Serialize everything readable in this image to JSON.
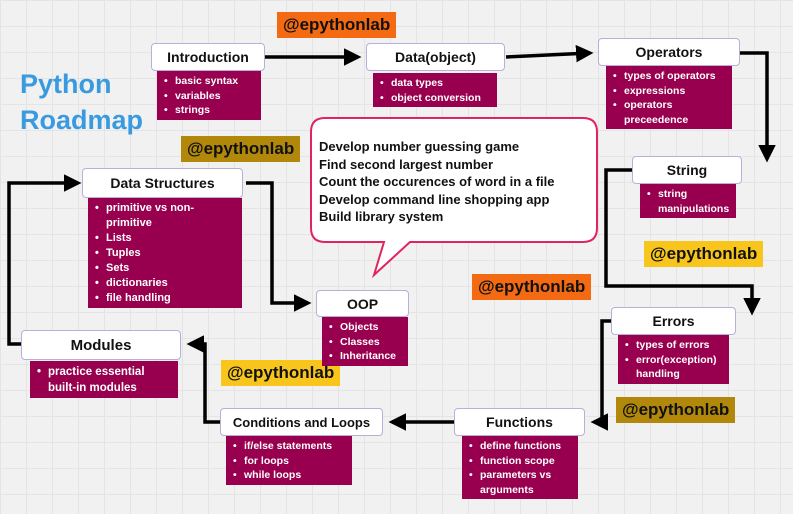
{
  "title": {
    "line1": "Python",
    "line2": "Roadmap"
  },
  "watermark": {
    "text": "@epythonlab",
    "colors": {
      "orange": "#f46a12",
      "gold": "#b2880b",
      "yellow": "#f7c51b"
    }
  },
  "colors": {
    "list_bg": "#98004f",
    "title": "#3a9ae0",
    "bubble_border": "#e0245e",
    "arrow": "#000000"
  },
  "bubble": {
    "lines": [
      "Develop number guessing game",
      "Find second largest number",
      "Count the occurences of word in a file",
      "Develop command line shopping app",
      "Build library system"
    ]
  },
  "nodes": {
    "introduction": {
      "title": "Introduction",
      "items": [
        "basic syntax",
        "variables",
        "strings"
      ]
    },
    "data": {
      "title": "Data(object)",
      "items": [
        "data types",
        "object conversion"
      ]
    },
    "operators": {
      "title": "Operators",
      "items": [
        "types of operators",
        "expressions",
        "operators preceedence"
      ]
    },
    "string": {
      "title": "String",
      "items": [
        "string manipulations"
      ]
    },
    "errors": {
      "title": "Errors",
      "items": [
        "types of errors",
        "error(exception) handling"
      ]
    },
    "functions": {
      "title": "Functions",
      "items": [
        "define functions",
        "function scope",
        "parameters vs arguments"
      ]
    },
    "conditions": {
      "title": "Conditions and Loops",
      "items": [
        "if/else statements",
        "for loops",
        "while loops"
      ]
    },
    "modules": {
      "title": "Modules",
      "items": [
        "practice essential built-in modules"
      ]
    },
    "datastructures": {
      "title": "Data Structures",
      "items": [
        "primitive vs non-primitive",
        "Lists",
        "Tuples",
        "Sets",
        "dictionaries",
        "file handling"
      ]
    },
    "oop": {
      "title": "OOP",
      "items": [
        "Objects",
        "Classes",
        "Inheritance"
      ]
    }
  }
}
